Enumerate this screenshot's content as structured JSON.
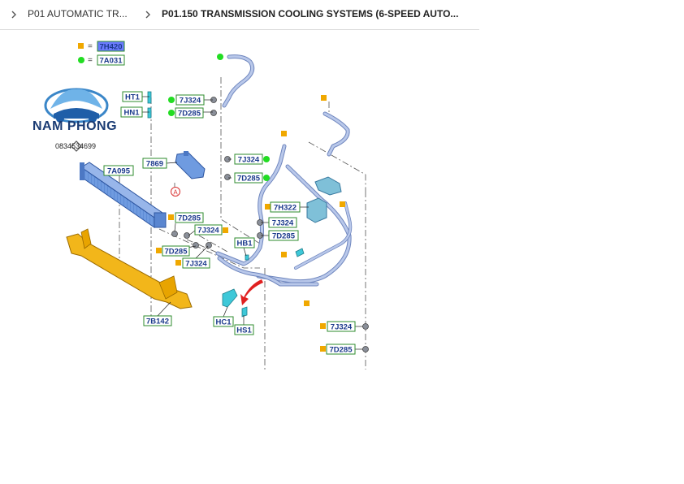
{
  "breadcrumb": {
    "items": [
      {
        "label": "P01 AUTOMATIC TR..."
      },
      {
        "label": "P01.150 TRANSMISSION COOLING SYSTEMS (6-SPEED AUTO..."
      }
    ]
  },
  "logo": {
    "name": "NAM PHONG",
    "phone": "0834534699"
  },
  "legend": [
    {
      "symbol": "orange-square",
      "label": "7H420",
      "highlighted": true
    },
    {
      "symbol": "green-circle",
      "label": "7A031",
      "highlighted": false
    }
  ],
  "parts": {
    "ht1": "HT1",
    "hn1": "HN1",
    "j324_a": "7J324",
    "d285_a": "7D285",
    "j324_b": "7J324",
    "d285_b": "7D285",
    "p7869": "7869",
    "a095": "7A095",
    "circle_a": "A",
    "h322": "7H322",
    "j324_c": "7J324",
    "d285_c": "7D285",
    "d285_d": "7D285",
    "j324_d": "7J324",
    "hb1": "HB1",
    "d285_e": "7D285",
    "j324_e": "7J324",
    "b142": "7B142",
    "hc1": "HC1",
    "hs1": "HS1",
    "j324_f": "7J324",
    "d285_f": "7D285"
  },
  "colors": {
    "label_border": "#2e8b2e",
    "label_text": "#1b3a8c",
    "legend_highlight": "#6b7bff",
    "orange_marker": "#f0a800",
    "green_marker": "#22dd22",
    "hose": "#8fa6d6",
    "cooler": "#6f9be0",
    "bracket": "#f2b61a",
    "red_arrow": "#e02020"
  }
}
